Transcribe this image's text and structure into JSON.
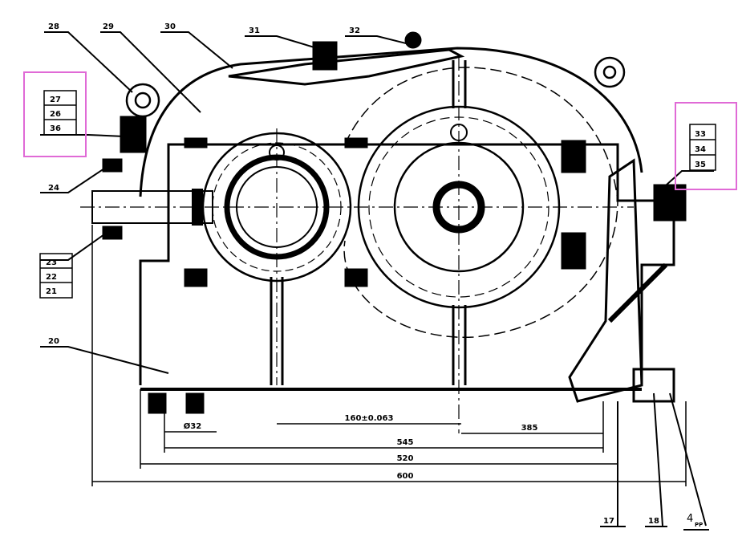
{
  "drawing": {
    "callouts_top": [
      "28",
      "29",
      "30",
      "31",
      "32"
    ],
    "callout_left_box": [
      "27",
      "26",
      "36"
    ],
    "callout_24": "24",
    "callout_left_low": [
      "23",
      "22",
      "21"
    ],
    "callout_20": "20",
    "callout_right_box": [
      "33",
      "34",
      "35"
    ],
    "callout_bottom": [
      "17",
      "18",
      "4"
    ],
    "callout_bottom_suffix": "PP",
    "dimensions": {
      "d1": "Ø32",
      "d2": "160±0.063",
      "d3": "385",
      "d4": "545",
      "d5": "520",
      "d6": "600"
    },
    "highlight_color": "#e06ad6",
    "line_color": "#000000"
  }
}
